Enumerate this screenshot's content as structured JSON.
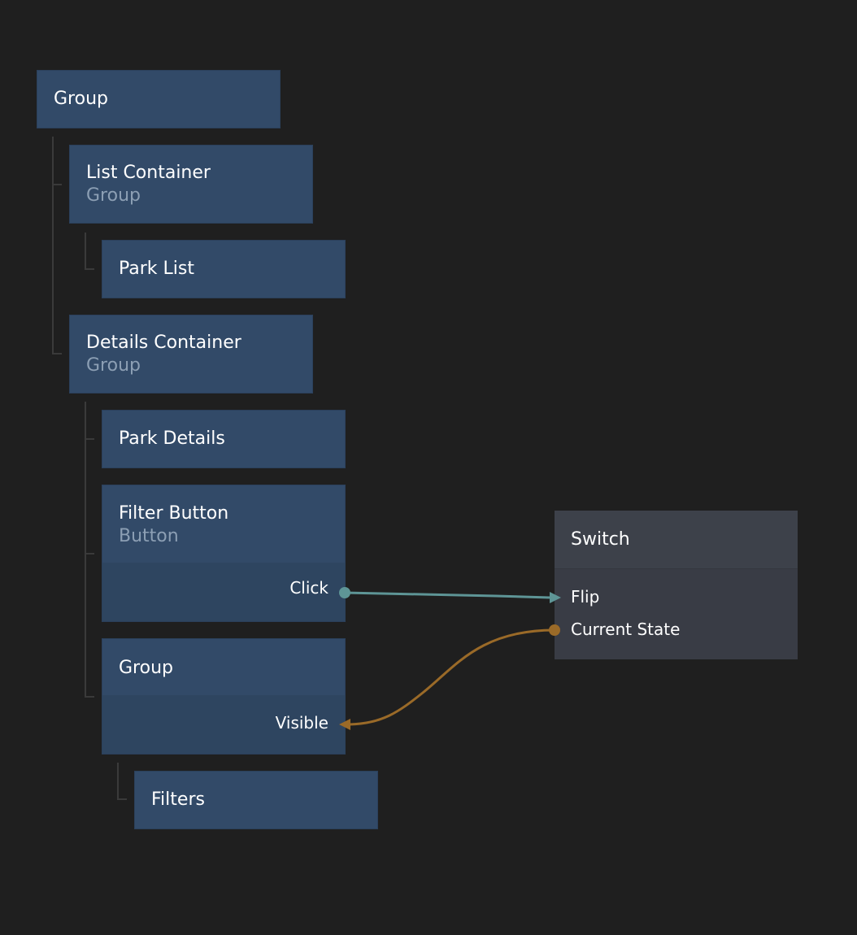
{
  "nodes": {
    "group_root": {
      "title": "Group"
    },
    "list_container": {
      "title": "List Container",
      "subtitle": "Group"
    },
    "park_list": {
      "title": "Park List"
    },
    "details_container": {
      "title": "Details Container",
      "subtitle": "Group"
    },
    "park_details": {
      "title": "Park Details"
    },
    "filter_button": {
      "title": "Filter Button",
      "subtitle": "Button",
      "port_click": "Click"
    },
    "group_inner": {
      "title": "Group",
      "port_visible": "Visible"
    },
    "filters": {
      "title": "Filters"
    },
    "switch": {
      "title": "Switch",
      "port_flip": "Flip",
      "port_current_state": "Current State"
    }
  },
  "colors": {
    "canvas": "#1f1f1f",
    "node": "#324a68",
    "node_ports": "#2e4560",
    "switch_node": "#3d414a",
    "wire_click": "#5e9596",
    "wire_state": "#9a6a28",
    "subtitle": "#8c9fb4"
  }
}
